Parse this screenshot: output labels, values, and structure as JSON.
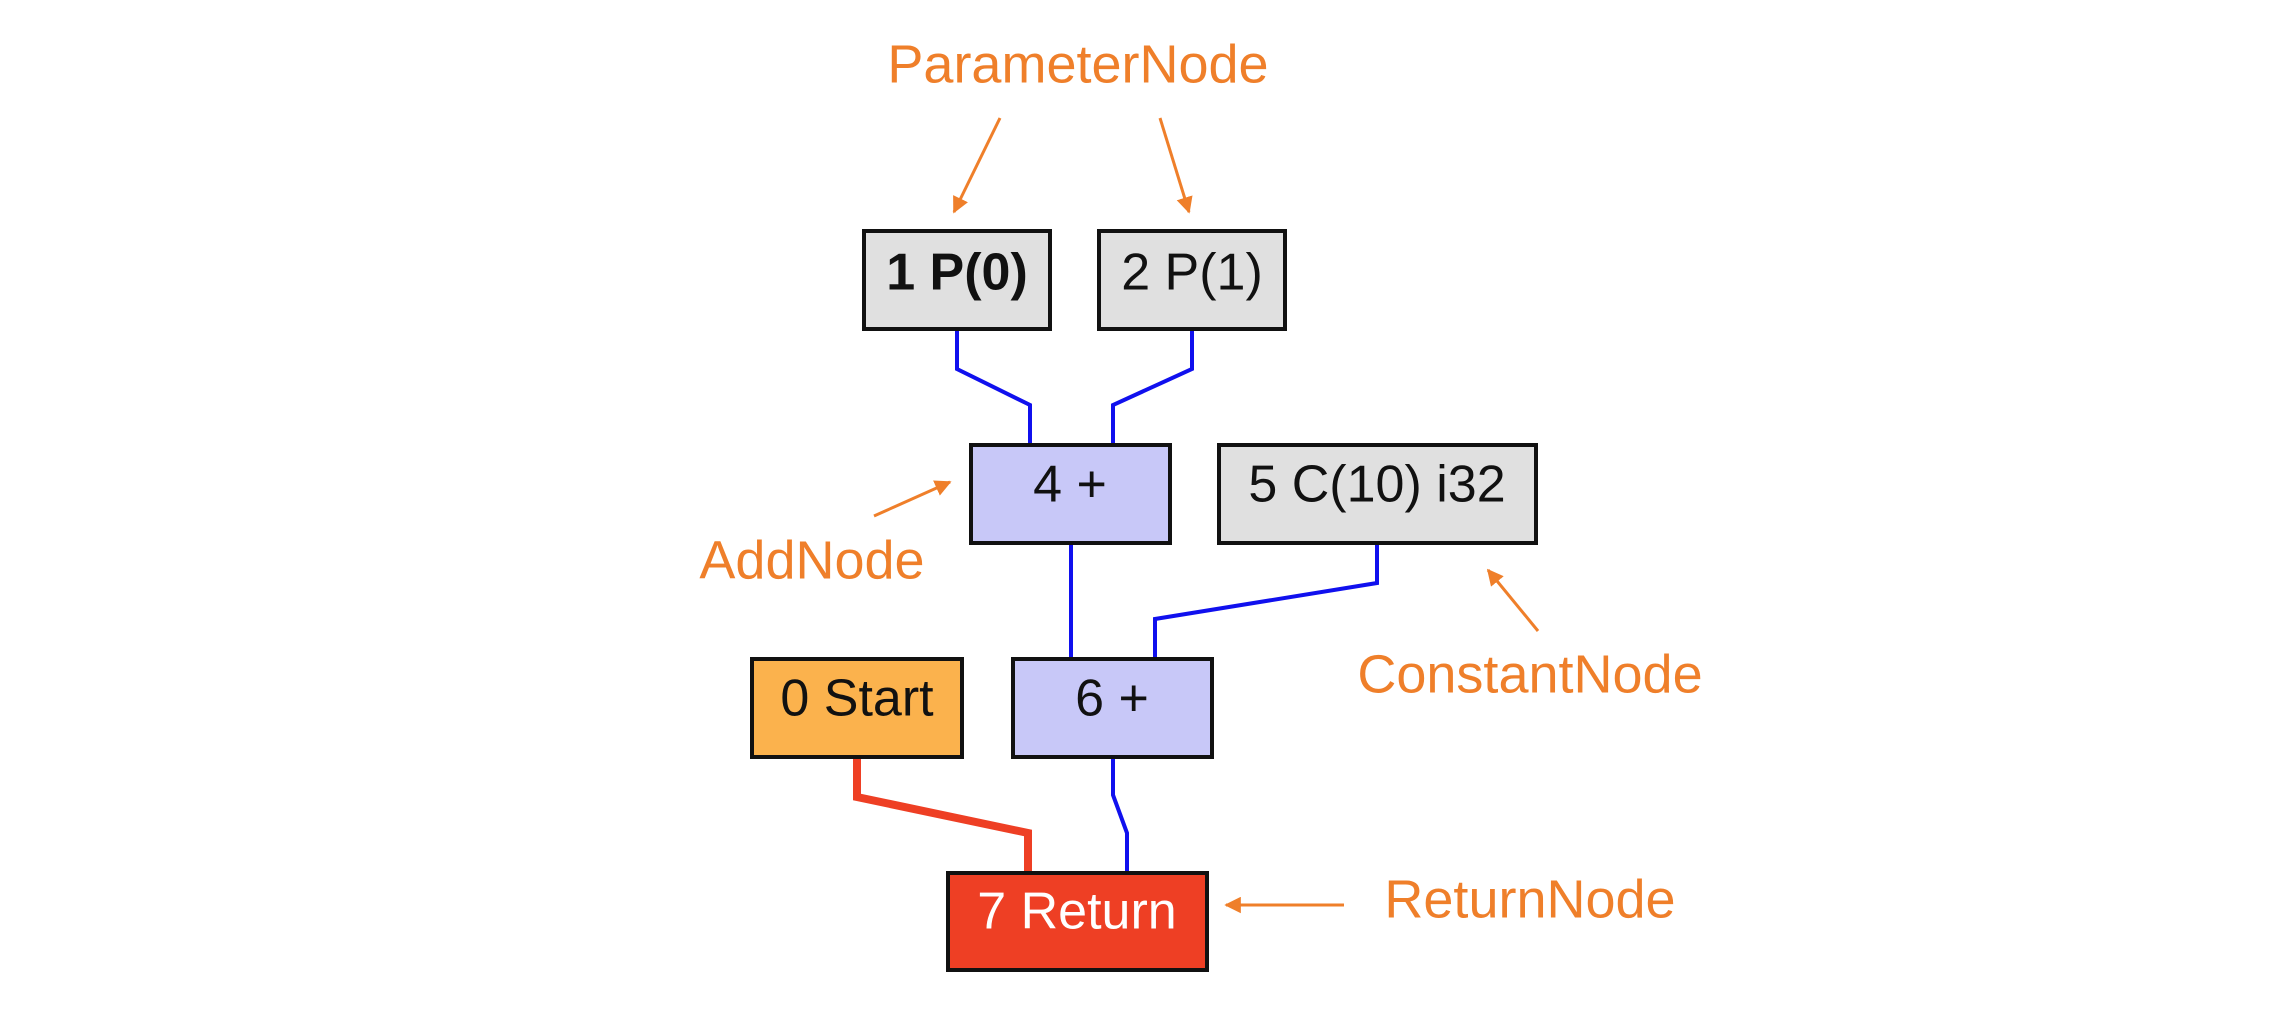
{
  "colors": {
    "param_fill": "#e0e0e0",
    "add_fill": "#c8c8f8",
    "const_fill": "#e0e0e0",
    "start_fill": "#fbb24d",
    "return_fill": "#ee3f24",
    "data_edge": "#1010ee",
    "control_edge": "#ee3f24",
    "annotation": "#ef7f2a"
  },
  "nodes": {
    "p0": "1 P(0)",
    "p1": "2 P(1)",
    "add4": "4 +",
    "const5": "5 C(10) i32",
    "start0": "0 Start",
    "add6": "6 +",
    "return7": "7 Return"
  },
  "annotations": {
    "parameter": "ParameterNode",
    "add": "AddNode",
    "constant": "ConstantNode",
    "return": "ReturnNode"
  }
}
